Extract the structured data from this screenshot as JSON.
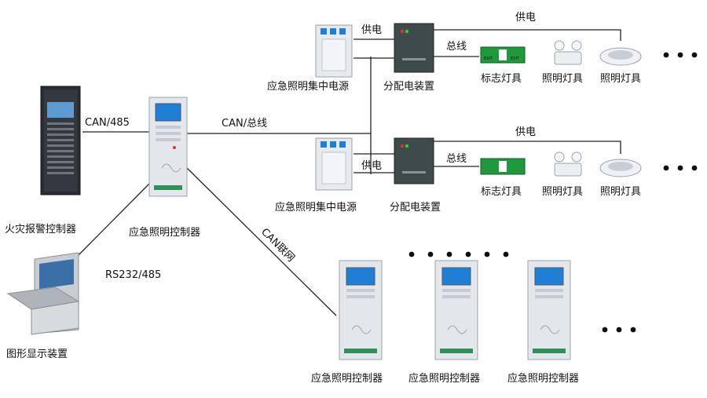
{
  "devices": {
    "fire_alarm_controller": "火灾报警控制器",
    "emergency_lighting_controller": "应急照明控制器",
    "graphic_display": "图形显示装置",
    "central_power_top": "应急照明集中电源",
    "central_power_bottom": "应急照明集中电源",
    "distribution_top": "分配电装置",
    "distribution_bottom": "分配电装置",
    "sign_lamp_top": "标志灯具",
    "lighting_lamp_top": "照明灯具",
    "ceiling_lamp_top": "照明灯具",
    "sign_lamp_bottom": "标志灯具",
    "lighting_lamp_bottom": "照明灯具",
    "ceiling_lamp_bottom": "照明灯具",
    "sub_controller_1": "应急照明控制器",
    "sub_controller_2": "应急照明控制器",
    "sub_controller_3": "应急照明控制器"
  },
  "links": {
    "can485": "CAN/485",
    "can_bus": "CAN/总线",
    "rs232": "RS232/485",
    "can_network": "CAN联网",
    "power_supply_top": "供电",
    "power_supply_top_right": "供电",
    "bus_top": "总线",
    "power_supply_bottom": "供电",
    "power_supply_bottom_right": "供电",
    "bus_bottom": "总线"
  },
  "sign_text": {
    "exit_left": "EXIT",
    "exit_right": "EXIT"
  },
  "colors": {
    "cabinet": "#e3e7ec",
    "screen": "#1f7fd6",
    "rack": "#2a2d33",
    "distribution_box": "#3f4a4a",
    "sign_green": "#1e9a3c",
    "wire": "#222222"
  }
}
